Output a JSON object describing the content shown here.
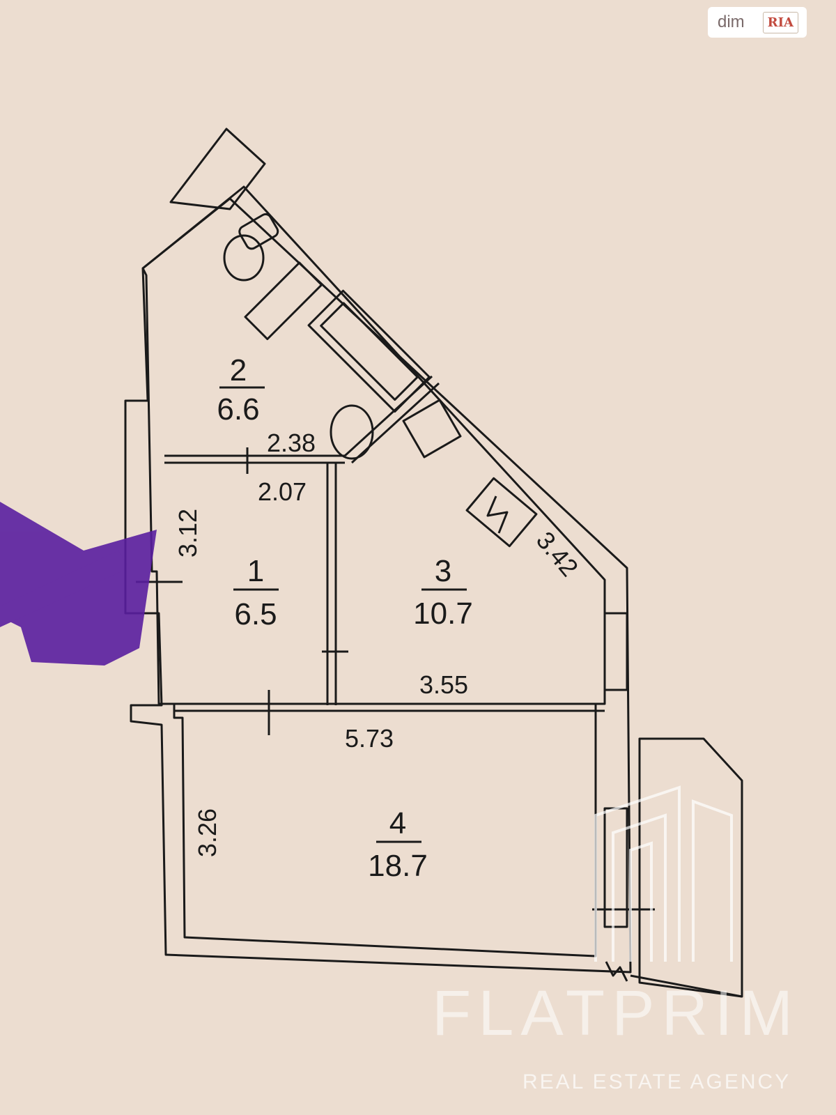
{
  "rooms": [
    {
      "number": "1",
      "area": "6.5"
    },
    {
      "number": "2",
      "area": "6.6"
    },
    {
      "number": "3",
      "area": "10.7"
    },
    {
      "number": "4",
      "area": "18.7"
    }
  ],
  "dimensions": {
    "d_238": "2.38",
    "d_207": "2.07",
    "d_312": "3.12",
    "d_342": "3.42",
    "d_355": "3.55",
    "d_573": "5.73",
    "d_326": "3.26"
  },
  "badge": {
    "site": "dim",
    "brand": "RIA"
  },
  "watermark": {
    "name": "FLATPRIM",
    "tagline": "REAL ESTATE AGENCY"
  },
  "colors": {
    "paper": "#ecddd0",
    "ink": "#1a1a1a",
    "marker": "#5a1fa0"
  }
}
